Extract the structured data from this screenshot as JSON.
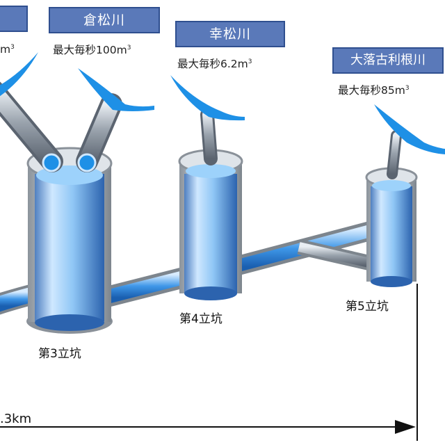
{
  "rivers": [
    {
      "name": "",
      "flow": "m",
      "unit_sup": "3"
    },
    {
      "name": "倉松川",
      "flow": "最大毎秒100m",
      "unit_sup": "3"
    },
    {
      "name": "幸松川",
      "flow": "最大毎秒6.2m",
      "unit_sup": "3"
    },
    {
      "name": "大落古利根川",
      "flow": "最大毎秒85m",
      "unit_sup": "3"
    }
  ],
  "shafts": [
    "第3立坑",
    "第4立坑",
    "第5立坑"
  ],
  "distance_label": ".3km",
  "colors": {
    "label_box": "#5a79b9",
    "label_border": "#2f4f8f",
    "water": "#1e90e6",
    "pipe_blue": "#3b9ef0",
    "pipe_gray": "#9aa0a6"
  }
}
